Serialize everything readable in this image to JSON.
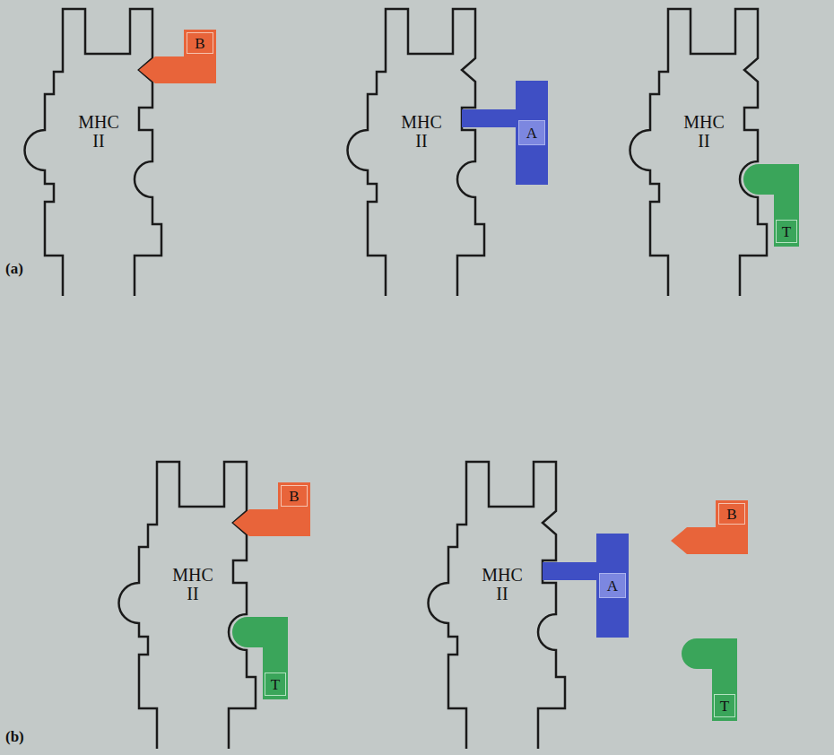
{
  "diagram": {
    "nodes": [
      {
        "text": [
          "MHC II"
        ]
      },
      {
        "text": [
          "B"
        ]
      },
      {
        "text": [
          "MHC II"
        ]
      },
      {
        "text": [
          "A"
        ]
      },
      {
        "text": [
          "MHC II"
        ]
      },
      {
        "text": [
          "T"
        ]
      },
      {
        "text": [
          "MHC II"
        ]
      },
      {
        "text": [
          "B"
        ]
      },
      {
        "text": [
          "T"
        ]
      },
      {
        "text": [
          "MHC II"
        ]
      },
      {
        "text": [
          "A"
        ]
      },
      {
        "text": [
          "B"
        ]
      },
      {
        "text": [
          "T"
        ]
      }
    ],
    "labels": [
      "(a)",
      "(b)"
    ]
  }
}
